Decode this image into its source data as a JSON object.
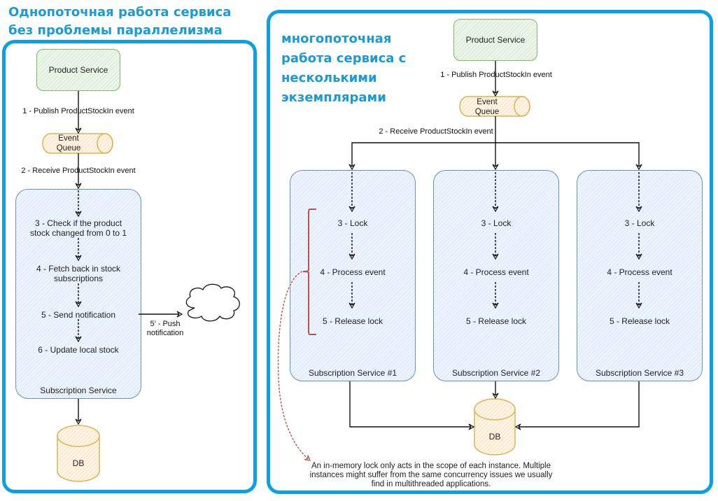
{
  "left_panel": {
    "title_line1": "Однопоточная работа сервиса",
    "title_line2": "без проблемы параллелизма",
    "product_service": "Product Service",
    "event_queue_line1": "Event",
    "event_queue_line2": "Queue",
    "edge_publish": "1 - Publish ProductStockIn event",
    "edge_receive": "2 - Receive ProductStockIn event",
    "subscription_service": "Subscription Service",
    "steps": [
      {
        "line1": "3 - Check if the product",
        "line2": "stock changed from 0 to 1"
      },
      {
        "line1": "4 - Fetch back in stock",
        "line2": "subscriptions"
      },
      {
        "line1": "5 - Send notification",
        "line2": ""
      },
      {
        "line1": "6 - Update local stock",
        "line2": ""
      }
    ],
    "push_line1": "5' - Push",
    "push_line2": "notification",
    "db": "DB"
  },
  "right_panel": {
    "title_line1": "многопоточная",
    "title_line2": "работа сервиса с",
    "title_line3": "несколькими",
    "title_line4": "экземплярами",
    "product_service": "Product Service",
    "event_queue_line1": "Event",
    "event_queue_line2": "Queue",
    "edge_publish": "1 - Publish ProductStockIn event",
    "edge_receive": "2 - Receive ProductStockIn event",
    "instances": [
      {
        "name": "Subscription Service #1",
        "steps": [
          "3 - Lock",
          "4 - Process event",
          "5 - Release lock"
        ]
      },
      {
        "name": "Subscription Service #2",
        "steps": [
          "3 - Lock",
          "4 - Process event",
          "5 - Release lock"
        ]
      },
      {
        "name": "Subscription Service #3",
        "steps": [
          "3 - Lock",
          "4 - Process event",
          "5 - Release lock"
        ]
      }
    ],
    "db": "DB",
    "note_line1": "An in-memory lock only acts in the scope of each instance. Multiple",
    "note_line2": "instances might suffer from the same concurrency issues we usually",
    "note_line3": "find in multithreaded applications."
  },
  "colors": {
    "frame": "#0aa0e6",
    "title": "#1a9ad6",
    "product_fill": "#d5e8d4",
    "product_stroke": "#82b366",
    "queue_fill": "#ffe6cc",
    "queue_stroke": "#d6b656",
    "service_fill": "#dae8fc",
    "service_stroke": "#6c8ebf",
    "brace": "#b85450"
  }
}
